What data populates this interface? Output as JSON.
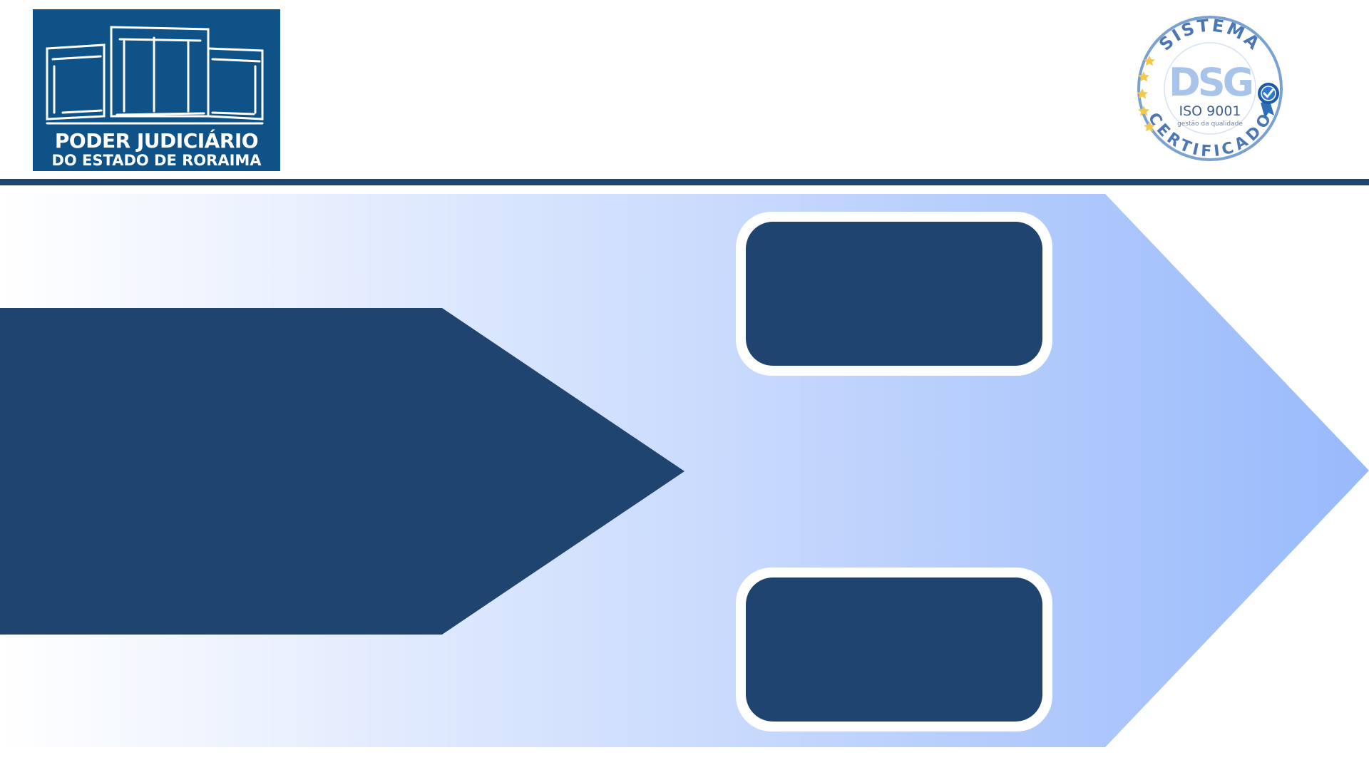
{
  "logo": {
    "line1": "PODER JUDICIÁRIO",
    "line2": "DO ESTADO DE RORAIMA",
    "background": "#0f5288"
  },
  "seal": {
    "top_text": "SISTEMA",
    "brand": "DSG",
    "standard": "ISO 9001",
    "tagline": "gestão da qualidade",
    "bottom_text": "CERTIFICADO",
    "icon": "verified-badge-icon"
  },
  "colors": {
    "navy": "#1f446f",
    "band_start": "#ffffff",
    "band_end": "#98b9fb"
  },
  "boxes": {
    "top_label": "",
    "bottom_label": ""
  }
}
